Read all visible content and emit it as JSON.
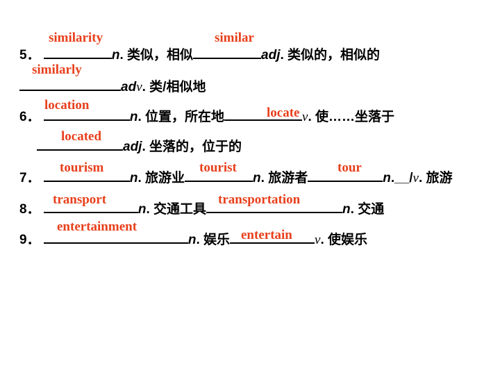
{
  "page": {
    "answer_color": "#e8401c",
    "text_color": "#000000"
  },
  "answers": {
    "a1": "similarity",
    "a2": "similar",
    "a3": "similarly",
    "a4": "location",
    "a5": "locate",
    "a6": "located",
    "a7": "tourism",
    "a8": "tourist",
    "a9": "tour",
    "a10": "transport",
    "a11": "transportation",
    "a12": "entertainment",
    "a13": "entertain"
  },
  "lines": {
    "l5": {
      "num": "5．",
      "pos1": "n",
      "def1": ". 类似，相似",
      "pos2": "adj",
      "def2": ". 类似的，相似的"
    },
    "l5b": {
      "pos_a": "ad",
      "pos_b": "v",
      "def": ". 类/相似地"
    },
    "l6": {
      "num": "6．",
      "pos1": "n",
      "def1": ". 位置，所在地",
      "pos2": "v",
      "def2": ". 使……坐落于"
    },
    "l6b": {
      "pos": "adj",
      "def": ". 坐落的，位于的"
    },
    "l7": {
      "num": "7．",
      "pos1": "n",
      "def1": ". 旅游业",
      "pos2": "n",
      "def2": ". 旅游者",
      "pos3": "n",
      "sep": ".__/",
      "pos4": "v",
      "def3": ". 旅游"
    },
    "l8": {
      "num": "8．",
      "pos1": "n",
      "def1": ". 交通工具",
      "pos2": "n",
      "def2": ". 交通"
    },
    "l9": {
      "num": "9．",
      "pos1": "n",
      "def1": ". 娱乐",
      "pos2": "v",
      "def2": ". 使娱乐"
    }
  }
}
